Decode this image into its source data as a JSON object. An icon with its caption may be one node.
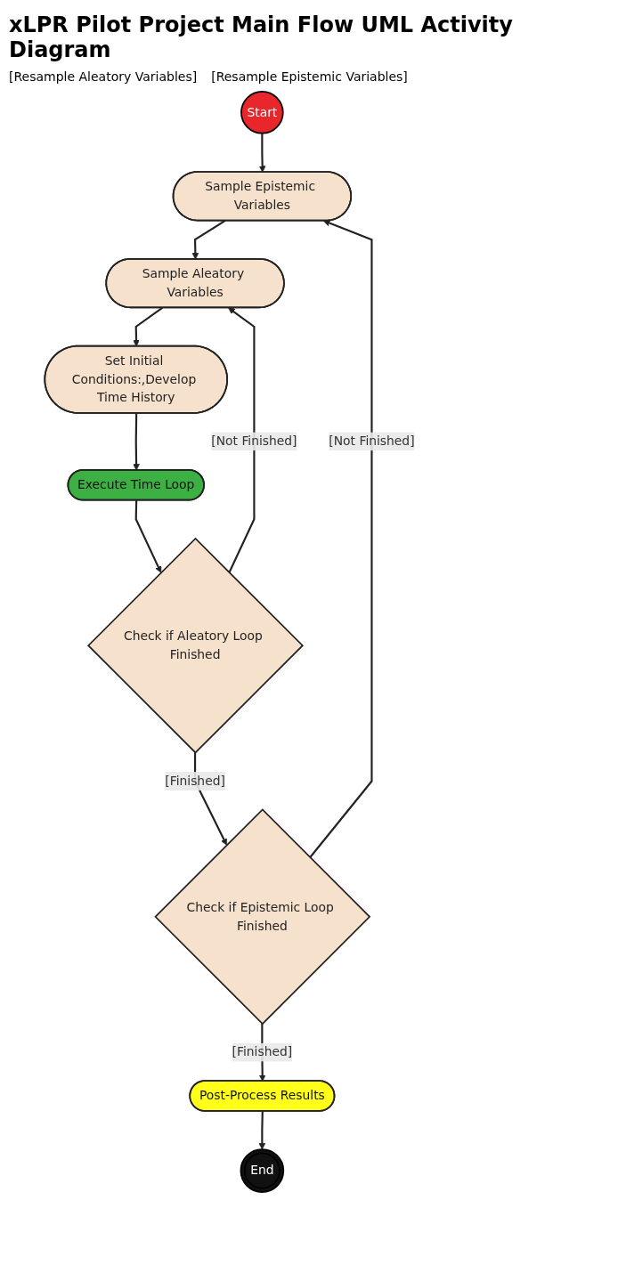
{
  "diagram": {
    "title": "xLPR Pilot Project Main Flow UML Activity Diagram",
    "nodes": [
      {
        "text": [
          "Start"
        ]
      },
      {
        "text": [
          "Sample Epistemic Variables"
        ]
      },
      {
        "text": [
          "Sample Aleatory Variables"
        ]
      },
      {
        "text": [
          "Set Initial Conditions:,Develop Time History"
        ]
      },
      {
        "text": [
          "Execute Time Loop"
        ]
      },
      {
        "text": [
          "Check if Aleatory Loop Finished"
        ]
      },
      {
        "text": [
          "Check if Epistemic Loop Finished"
        ]
      },
      {
        "text": [
          "Post-Process Results"
        ]
      },
      {
        "text": [
          "End"
        ]
      }
    ],
    "edges": [
      {
        "from": 0,
        "to": 1,
        "arrow": "to"
      },
      {
        "from": 1,
        "to": 2,
        "arrow": "to"
      },
      {
        "from": 2,
        "to": 3,
        "arrow": "to"
      },
      {
        "from": 3,
        "to": 4,
        "arrow": "to"
      },
      {
        "from": 4,
        "to": 5,
        "arrow": "to"
      },
      {
        "from": 5,
        "to": 2,
        "label": "[Not Finished]",
        "arrow": "to"
      },
      {
        "from": 5,
        "to": 6,
        "label": "[Finished]",
        "arrow": "to"
      },
      {
        "from": 6,
        "to": 1,
        "label": "[Not Finished]",
        "arrow": "to"
      },
      {
        "from": 6,
        "to": 7,
        "label": "[Finished]",
        "arrow": "to"
      },
      {
        "from": 7,
        "to": 8,
        "arrow": "to"
      }
    ],
    "labels": [
      "[Resample Aleatory Variables]",
      "[Resample Epistemic Variables]"
    ]
  }
}
